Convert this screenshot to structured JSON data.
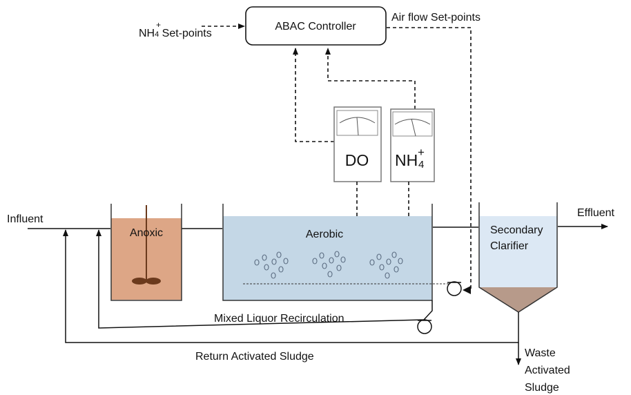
{
  "controller": {
    "label": "ABAC Controller"
  },
  "setpoints": {
    "nh4_label": "NH",
    "nh4_charge": "+",
    "nh4_sub": "4",
    "nh4_suffix": " Set-points",
    "air_flow": "Air flow Set-points"
  },
  "sensors": {
    "do_label": "DO",
    "nh4_label": "NH",
    "nh4_charge": "+",
    "nh4_sub": "4"
  },
  "streams": {
    "influent": "Influent",
    "effluent": "Effluent",
    "mlr": "Mixed Liquor Recirculation",
    "ras": "Return Activated Sludge",
    "was_line1": "Waste",
    "was_line2": "Activated",
    "was_line3": "Sludge"
  },
  "tanks": {
    "anoxic": "Anoxic",
    "aerobic": "Aerobic",
    "clarifier_line1": "Secondary",
    "clarifier_line2": "Clarifier"
  },
  "colors": {
    "anoxic_fill": "#dda686",
    "aerobic_fill": "#c4d7e6",
    "clarifier_fill": "#dce8f4",
    "sludge_fill": "#b79a8a",
    "mixer": "#6b3a1d"
  }
}
